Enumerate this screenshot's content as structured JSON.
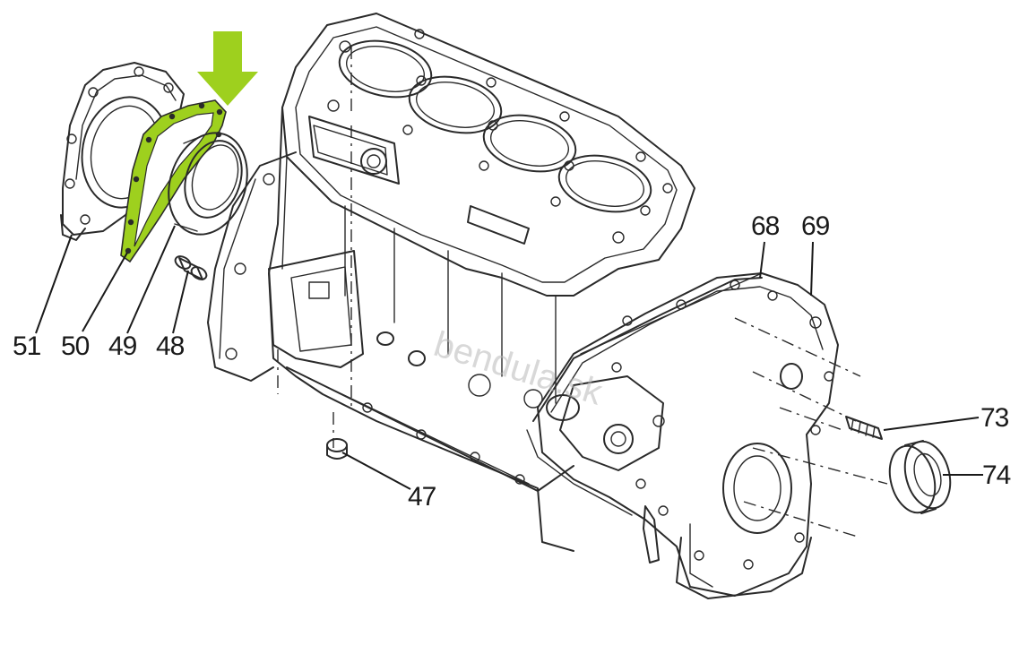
{
  "part_labels": {
    "p51": "51",
    "p50": "50",
    "p49": "49",
    "p48": "48",
    "p47": "47",
    "p68": "68",
    "p69": "69",
    "p73": "73",
    "p74": "74"
  },
  "watermark": "bendula.sk",
  "highlight_color": "#9ed01e",
  "highlighted_part": "50"
}
